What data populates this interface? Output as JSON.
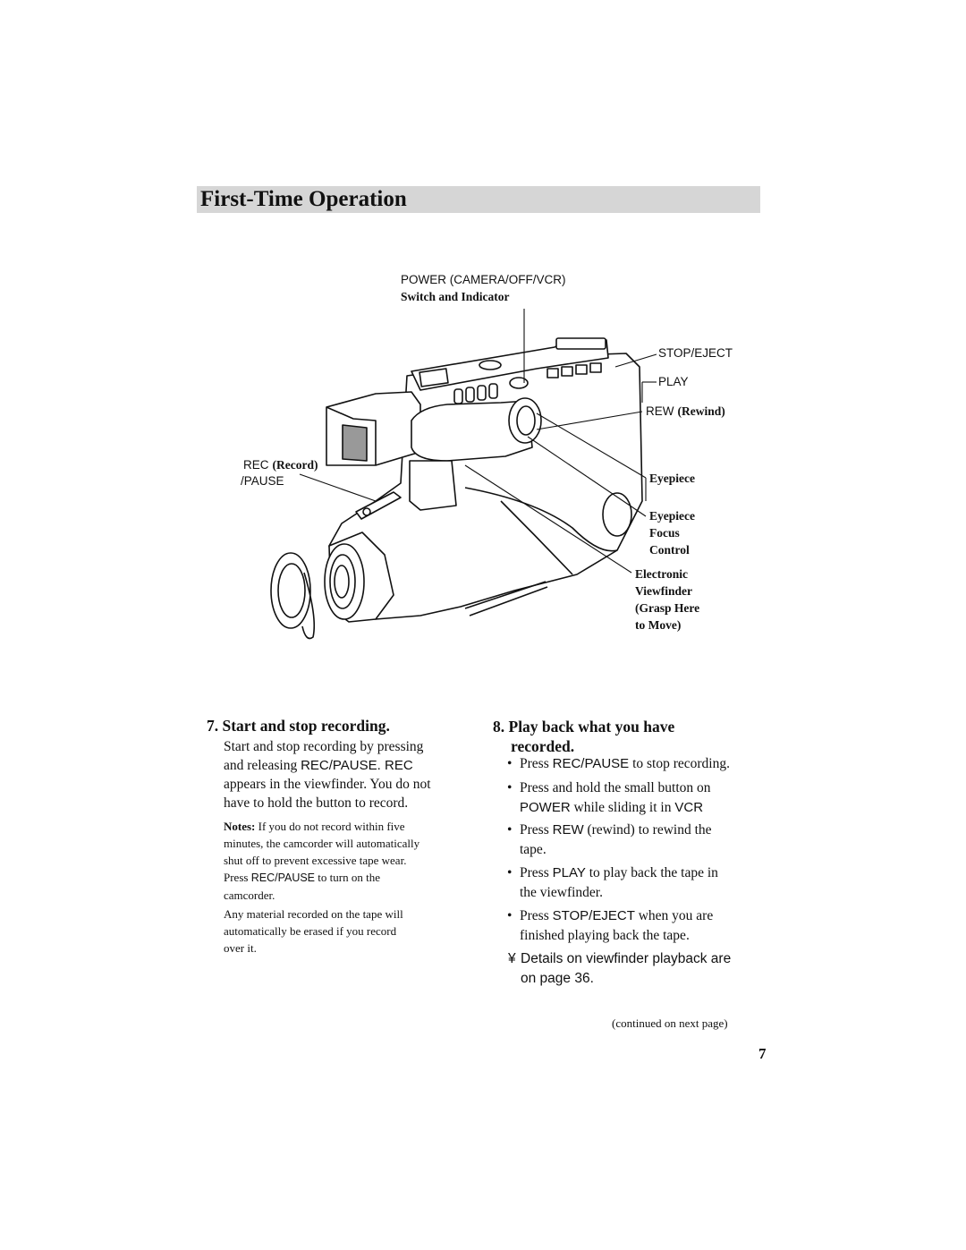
{
  "page": {
    "title": "First-Time Operation",
    "footer_continued": "(continued on next page)",
    "page_number": "7"
  },
  "diagram": {
    "power_label": "POWER (CAMERA/OFF/VCR)",
    "power_sub": "Switch and Indicator",
    "stop_eject": "STOP/EJECT",
    "play": "PLAY",
    "rew": "REW",
    "rew_desc": "(Rewind)",
    "rec": "REC",
    "rec_desc": "(Record)",
    "pause": "/PAUSE",
    "eyepiece": "Eyepiece",
    "eyepiece_focus": [
      "Eyepiece",
      "Focus",
      "Control"
    ],
    "viewfinder": [
      "Electronic",
      "Viewfinder",
      "(Grasp Here",
      "to Move)"
    ]
  },
  "step7": {
    "heading": "7. Start and stop recording.",
    "p1_a": "Start and stop recording by pressing",
    "p1_b_pre": "and releasing ",
    "p1_b_key": "REC/PAUSE. REC",
    "p1_c": "appears in the viewfinder.  You do not",
    "p1_d": "have to hold the button to record.",
    "notes_label": "Notes:",
    "notes_a": " If you do not record within five",
    "notes_b": "minutes, the camcorder will automatically",
    "notes_c": "shut off to prevent excessive tape wear.",
    "notes_d_pre": "Press ",
    "notes_d_key": "REC/PAUSE",
    "notes_d_post": " to turn on the",
    "notes_e": "camcorder.",
    "any_a": "Any material recorded on the tape will",
    "any_b": "automatically be erased if you record",
    "any_c": "over it."
  },
  "step8": {
    "heading_a": "8. Play back what you have",
    "heading_b": "recorded.",
    "b1_pre": "Press ",
    "b1_key": "REC/PAUSE",
    "b1_post": " to stop recording.",
    "b2_a": "Press and hold the small button on",
    "b2_key1": "POWER",
    "b2_mid": " while sliding it in ",
    "b2_key2": "VCR",
    "b3_pre": "Press ",
    "b3_key": "REW",
    "b3_post": " (rewind) to rewind the",
    "b3_b": "tape.",
    "b4_pre": "Press ",
    "b4_key": "PLAY",
    "b4_post": " to play back the tape in",
    "b4_b": "the viewfinder.",
    "b5_pre": "Press ",
    "b5_key": "STOP/EJECT",
    "b5_post": " when you are",
    "b5_b": "finished playing back the tape.",
    "detail_mark": "¥",
    "detail_a": "Details on viewfinder playback are",
    "detail_b": "on page 36."
  }
}
